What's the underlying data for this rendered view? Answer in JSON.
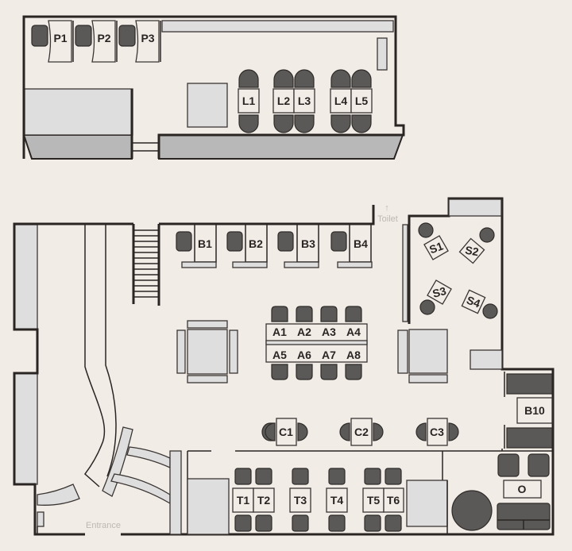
{
  "upper_floor": {
    "private_desks": [
      "P1",
      "P2",
      "P3"
    ],
    "lounge_tables": [
      "L1",
      "L2",
      "L3",
      "L4",
      "L5"
    ]
  },
  "lower_floor": {
    "booths": [
      "B1",
      "B2",
      "B3",
      "B4"
    ],
    "shared_table": [
      "A1",
      "A2",
      "A3",
      "A4",
      "A5",
      "A6",
      "A7",
      "A8"
    ],
    "counter_seats": [
      "C1",
      "C2",
      "C3"
    ],
    "small_tables": [
      "T1",
      "T2",
      "T3",
      "T4",
      "T5",
      "T6"
    ],
    "standing_tables": [
      "S1",
      "S2",
      "S3",
      "S4"
    ],
    "booth_b10": "B10",
    "office": "O",
    "entrance_label": "Entrance",
    "toilet_label": "Toilet",
    "toilet_arrow": "↑"
  },
  "colors": {
    "background": "#f1ece6",
    "wall": "#2a2523",
    "seat": "#5b5957",
    "furniture": "#dedede"
  }
}
